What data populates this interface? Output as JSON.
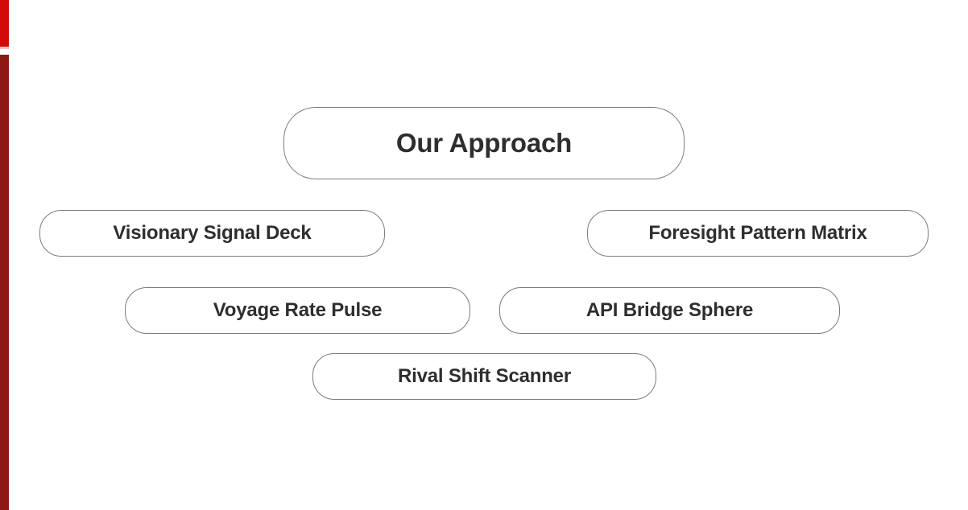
{
  "slide": {
    "title_node": {
      "label": "Our Approach"
    },
    "nodes": [
      {
        "label": "Visionary Signal Deck"
      },
      {
        "label": "Foresight Pattern Matrix"
      },
      {
        "label": "Voyage Rate Pulse"
      },
      {
        "label": "API Bridge Sphere"
      },
      {
        "label": "Rival Shift Scanner"
      }
    ]
  },
  "colors": {
    "background": "#ffffff",
    "accent-top": "#d20909",
    "accent-gap-sliver": "#eec0c0",
    "accent-bottom": "#8e1913",
    "node-border": "#7d7d7d",
    "node-text": "#2e2e2e"
  }
}
